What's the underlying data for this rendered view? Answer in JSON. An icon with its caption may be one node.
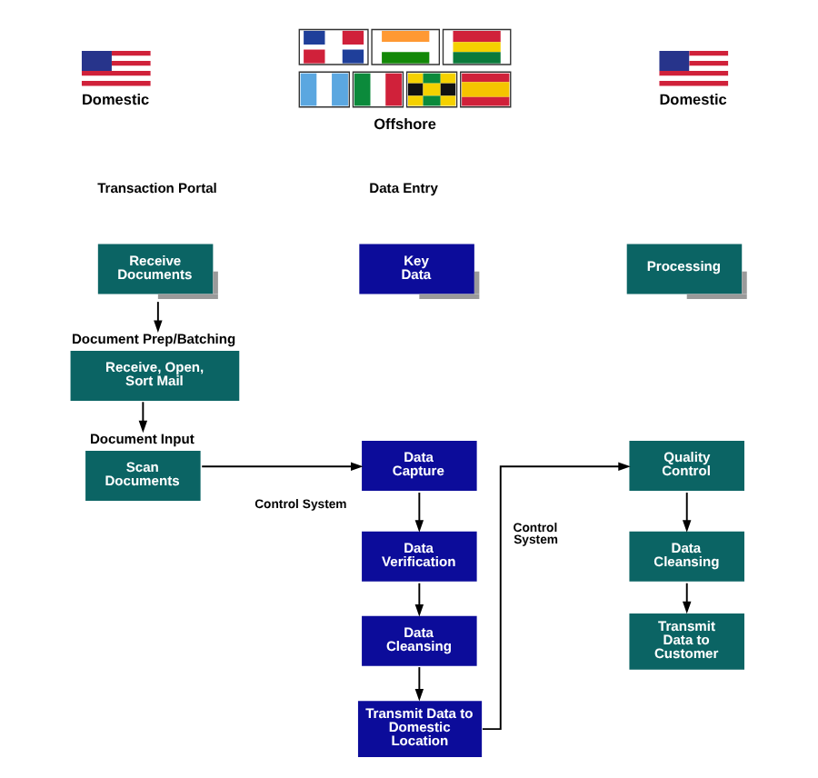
{
  "diagram": {
    "nodes": [
      {
        "text": [
          "Receive Documents"
        ]
      },
      {
        "text": [
          "Document Prep/Batching",
          "Receive, Open, Sort Mail"
        ]
      },
      {
        "text": [
          "Document Input",
          "Scan Documents"
        ]
      },
      {
        "text": [
          "Key Data"
        ]
      },
      {
        "text": [
          "Data Capture"
        ]
      },
      {
        "text": [
          "Data Verification"
        ]
      },
      {
        "text": [
          "Data Cleansing"
        ]
      },
      {
        "text": [
          "Transmit Data to Domestic Location"
        ]
      },
      {
        "text": [
          "Processing"
        ]
      },
      {
        "text": [
          "Quality Control"
        ]
      },
      {
        "text": [
          "Data Cleansing"
        ]
      },
      {
        "text": [
          "Transmit Data to Customer"
        ]
      }
    ],
    "edges": [
      {
        "from": 0,
        "to": 1,
        "arrow": "to"
      },
      {
        "from": 1,
        "to": 2,
        "arrow": "to"
      },
      {
        "from": 2,
        "to": 4,
        "arrow": "to",
        "label": "Control System"
      },
      {
        "from": 4,
        "to": 5,
        "arrow": "to"
      },
      {
        "from": 5,
        "to": 6,
        "arrow": "to"
      },
      {
        "from": 6,
        "to": 7,
        "arrow": "to"
      },
      {
        "from": 7,
        "to": 9,
        "arrow": "to",
        "label": "Control System"
      },
      {
        "from": 9,
        "to": 10,
        "arrow": "to"
      },
      {
        "from": 10,
        "to": 11,
        "arrow": "to"
      }
    ],
    "labels": [
      "Domestic",
      "Offshore",
      "Domestic",
      "Transaction Portal",
      "Data Entry"
    ]
  }
}
